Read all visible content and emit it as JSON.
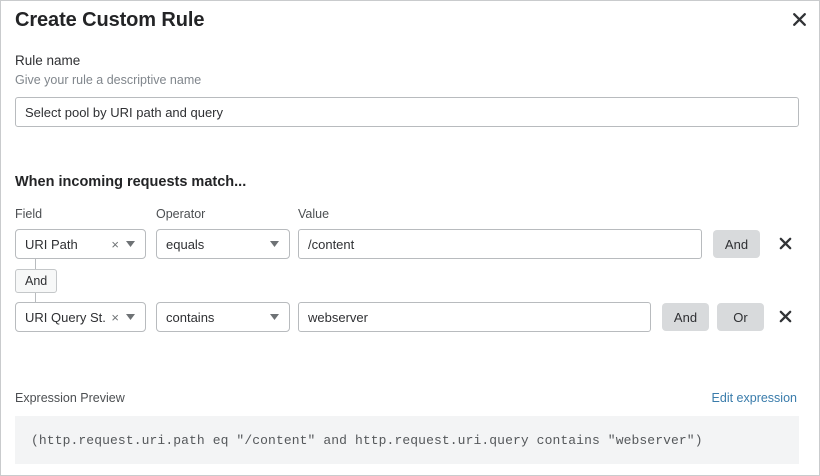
{
  "dialog": {
    "title": "Create Custom Rule",
    "close_icon": "close-icon"
  },
  "rule_name": {
    "label": "Rule name",
    "description": "Give your rule a descriptive name",
    "value": "Select pool by URI path and query",
    "placeholder": ""
  },
  "match_section": {
    "heading": "When incoming requests match...",
    "columns": {
      "field": "Field",
      "operator": "Operator",
      "value": "Value"
    },
    "connector": {
      "label": "And"
    },
    "rows": [
      {
        "field": "URI Path",
        "field_clear_icon": "close-small-icon",
        "field_caret_icon": "chevron-down-icon",
        "operator": "equals",
        "operator_caret_icon": "chevron-down-icon",
        "value": "/content",
        "buttons": [
          "And"
        ],
        "delete_icon": "close-icon"
      },
      {
        "field": "URI Query St...",
        "field_clear_icon": "close-small-icon",
        "field_caret_icon": "chevron-down-icon",
        "operator": "contains",
        "operator_caret_icon": "chevron-down-icon",
        "value": "webserver",
        "buttons": [
          "And",
          "Or"
        ],
        "delete_icon": "close-icon"
      }
    ]
  },
  "expression": {
    "label": "Expression Preview",
    "edit_link": "Edit expression",
    "code": "(http.request.uri.path eq \"/content\" and http.request.uri.query contains \"webserver\")"
  },
  "colors": {
    "link": "#3a7cab",
    "button_gray": "#d8dadc",
    "border": "#b8bbbe",
    "code_bg": "#f3f4f5"
  }
}
